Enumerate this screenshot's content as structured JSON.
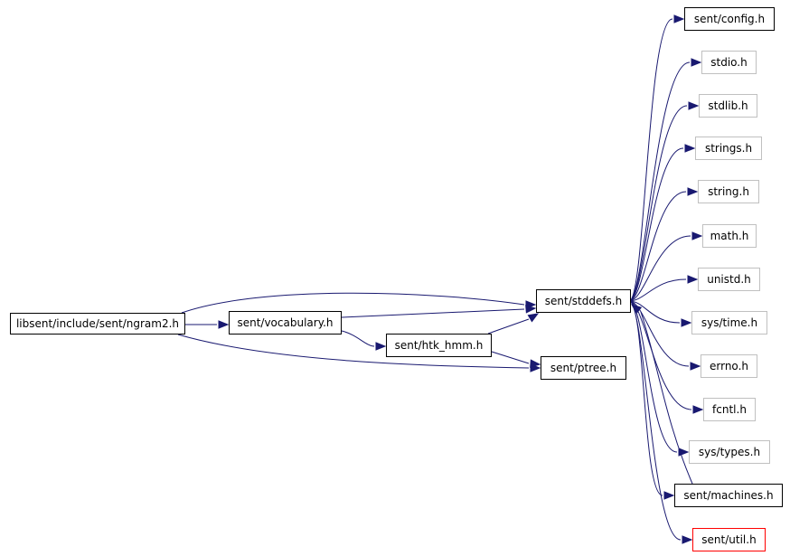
{
  "diagram": {
    "edge_color": "#191970",
    "nodes": {
      "root": {
        "label": "libsent/include/sent/ngram2.h",
        "style": "root"
      },
      "vocabulary": {
        "label": "sent/vocabulary.h",
        "style": "black"
      },
      "htk_hmm": {
        "label": "sent/htk_hmm.h",
        "style": "red"
      },
      "stddefs": {
        "label": "sent/stddefs.h",
        "style": "black"
      },
      "ptree": {
        "label": "sent/ptree.h",
        "style": "black"
      },
      "config": {
        "label": "sent/config.h",
        "style": "black"
      },
      "stdio": {
        "label": "stdio.h",
        "style": "gray"
      },
      "stdlib": {
        "label": "stdlib.h",
        "style": "gray"
      },
      "strings": {
        "label": "strings.h",
        "style": "gray"
      },
      "string": {
        "label": "string.h",
        "style": "gray"
      },
      "math": {
        "label": "math.h",
        "style": "gray"
      },
      "unistd": {
        "label": "unistd.h",
        "style": "gray"
      },
      "systime": {
        "label": "sys/time.h",
        "style": "gray"
      },
      "errno": {
        "label": "errno.h",
        "style": "gray"
      },
      "fcntl": {
        "label": "fcntl.h",
        "style": "gray"
      },
      "systypes": {
        "label": "sys/types.h",
        "style": "gray"
      },
      "machines": {
        "label": "sent/machines.h",
        "style": "black"
      },
      "util": {
        "label": "sent/util.h",
        "style": "red"
      }
    },
    "edges": [
      [
        "root",
        "vocabulary"
      ],
      [
        "root",
        "stddefs"
      ],
      [
        "root",
        "ptree"
      ],
      [
        "vocabulary",
        "stddefs"
      ],
      [
        "vocabulary",
        "htk_hmm"
      ],
      [
        "htk_hmm",
        "stddefs"
      ],
      [
        "htk_hmm",
        "ptree"
      ],
      [
        "stddefs",
        "config"
      ],
      [
        "stddefs",
        "stdio"
      ],
      [
        "stddefs",
        "stdlib"
      ],
      [
        "stddefs",
        "strings"
      ],
      [
        "stddefs",
        "string"
      ],
      [
        "stddefs",
        "math"
      ],
      [
        "stddefs",
        "unistd"
      ],
      [
        "stddefs",
        "systime"
      ],
      [
        "stddefs",
        "errno"
      ],
      [
        "stddefs",
        "fcntl"
      ],
      [
        "stddefs",
        "systypes"
      ],
      [
        "stddefs",
        "machines"
      ],
      [
        "stddefs",
        "util"
      ],
      [
        "machines",
        "stddefs"
      ]
    ]
  }
}
